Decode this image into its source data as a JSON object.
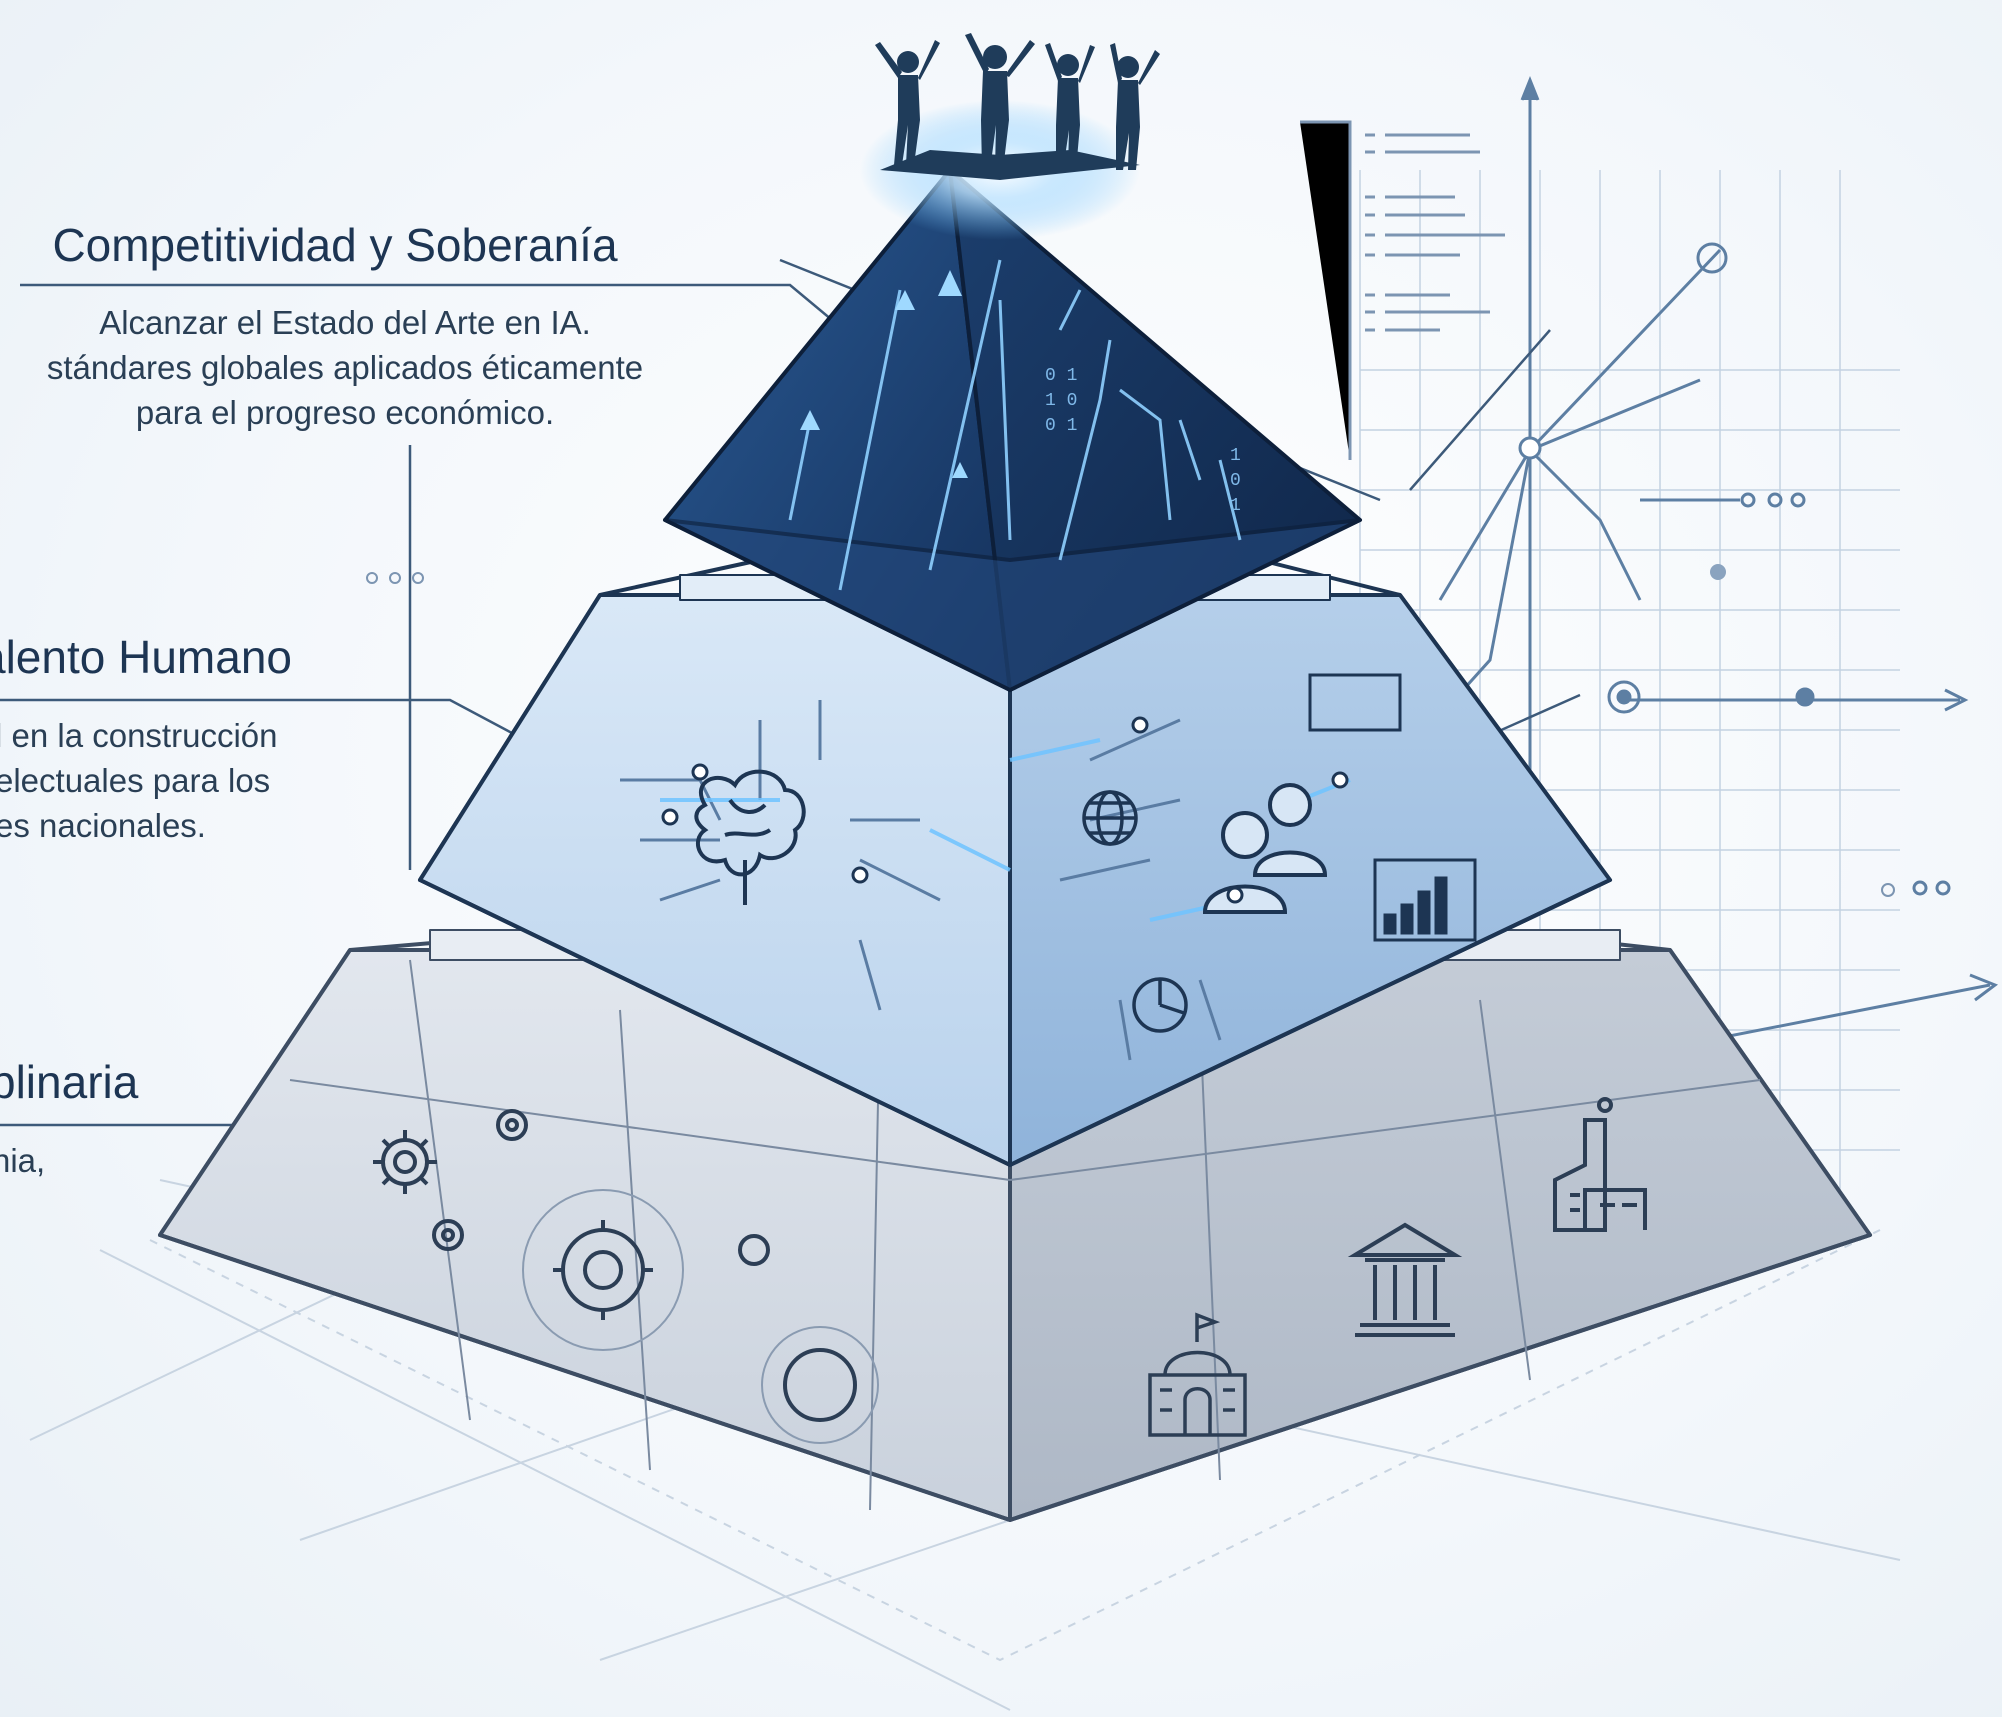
{
  "tiers": {
    "top": {
      "title": "Competitividad y Soberanía",
      "lines": [
        "Alcanzar el Estado del Arte en IA.",
        "stándares globales aplicados éticamente",
        "para el progreso económico."
      ]
    },
    "middle": {
      "title": "alento Humano",
      "lines": [
        "l en la construcción",
        "electuales para los",
        "es nacionales."
      ]
    },
    "base": {
      "title": "plinaria",
      "lines": [
        "nia,"
      ]
    }
  },
  "icons": {
    "top": [
      "people-celebrating-icon",
      "circuit-arrows-icon"
    ],
    "middle": [
      "brain-icon",
      "globe-icon",
      "users-icon",
      "bar-chart-icon",
      "pie-chart-icon"
    ],
    "base": [
      "gears-icon",
      "government-building-icon",
      "bank-icon",
      "factory-icon"
    ]
  },
  "colors": {
    "top_face_dark": "#14305a",
    "top_face_light": "#2a5a94",
    "middle_face": "#c9ddf1",
    "base_face": "#cfd6e0",
    "accent_glow": "#6fc3ff",
    "line": "#3d5a7a"
  }
}
